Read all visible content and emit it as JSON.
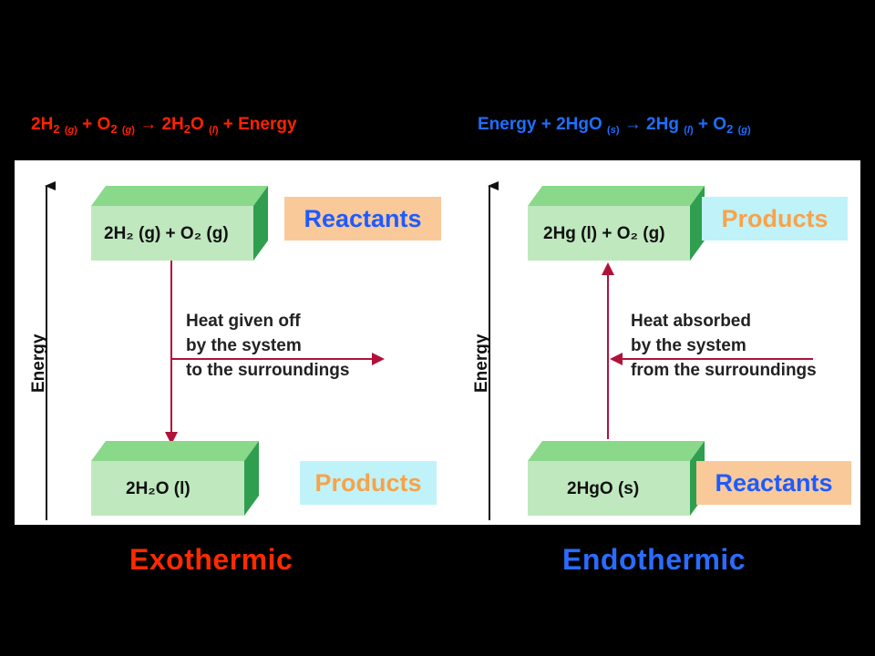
{
  "equations": {
    "exothermic": {
      "coef1": "2H",
      "sub1": "2",
      "state1": "g",
      "plus1": " + O",
      "sub2": "2",
      "state2": "g",
      "arrow": " → 2H",
      "sub3": "2",
      "after3": "O ",
      "state3": "l",
      "tail": " + Energy"
    },
    "endothermic": {
      "head": "Energy + 2HgO ",
      "state1": "s",
      "arrow": " → 2Hg ",
      "state2": "l",
      "plus": " + O",
      "sub3": "2",
      "state3": "g"
    }
  },
  "diagrams": {
    "exothermic": {
      "axis_label": "Energy",
      "top_block": "2H₂ (g) + O₂ (g)",
      "bottom_block": "2H₂O (l)",
      "heat_lines": [
        "Heat given off",
        "by the system",
        "to the surroundings"
      ],
      "top_tag": "Reactants",
      "bottom_tag": "Products",
      "title": "Exothermic"
    },
    "endothermic": {
      "axis_label": "Energy",
      "top_block": "2Hg (l) + O₂ (g)",
      "bottom_block": "2HgO (s)",
      "heat_lines": [
        "Heat absorbed",
        "by the system",
        "from the surroundings"
      ],
      "top_tag": "Products",
      "bottom_tag": "Reactants",
      "title": "Endothermic"
    }
  },
  "colors": {
    "exothermic_accent": "#ff2200",
    "endothermic_accent": "#1e6fff",
    "arrow_red": "#b0123a",
    "block_face": "#bfe8bf",
    "block_top": "#7fd07f",
    "block_side": "#2f9e4f"
  }
}
